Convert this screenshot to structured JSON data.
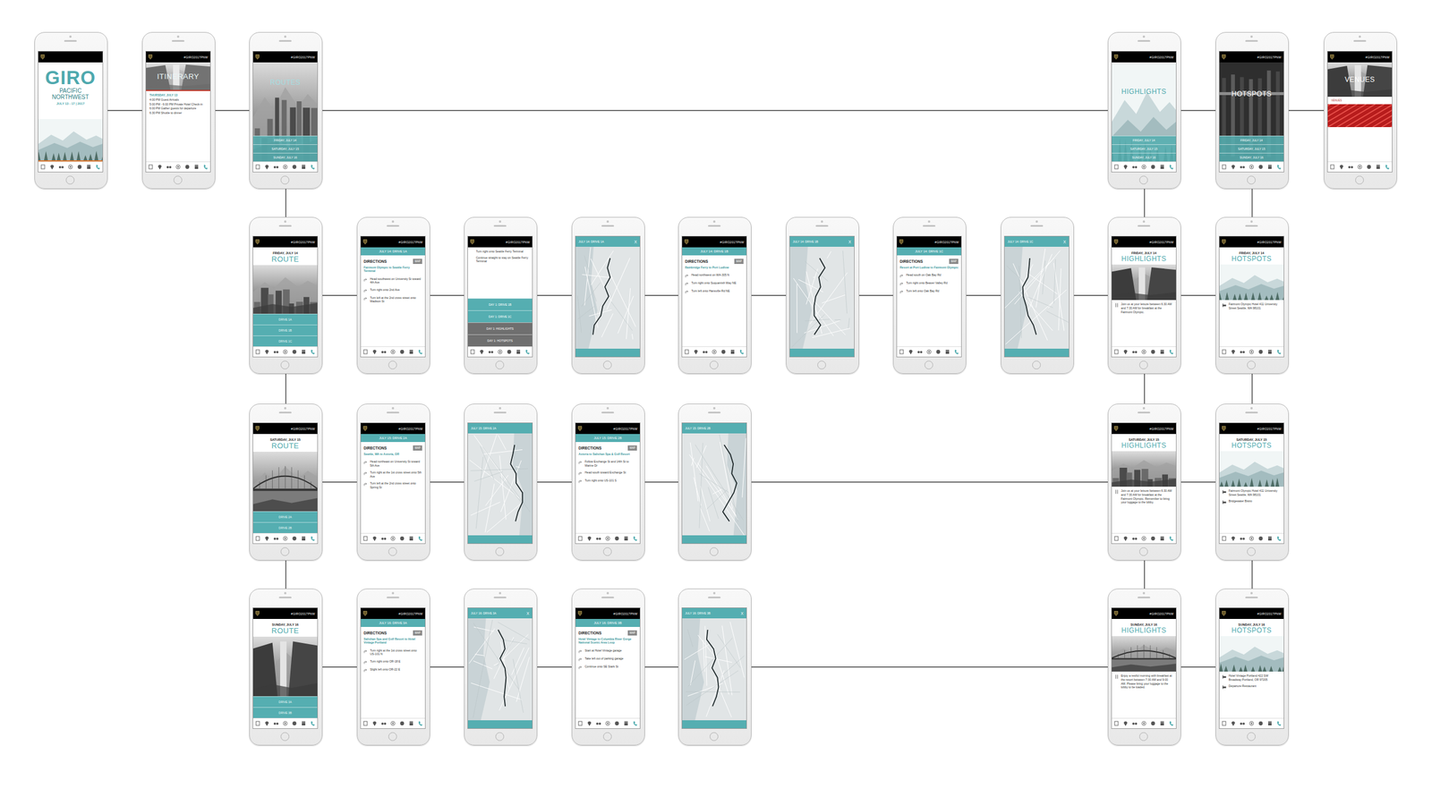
{
  "diagram": {
    "nodes": [
      {
        "text": [
          "GIRO",
          "PACIFIC NORTHWEST",
          "JULY 13 - 17 | 2017"
        ]
      },
      {
        "text": [
          "#GIRO2017PNW",
          "ITINERARY",
          "THURSDAY, JULY 13",
          "4:00 PM Guest Arrivals",
          "5:00 PM - 6:00 PM Private Hotel Check-in",
          "6:00 PM Gather guests for departure",
          "6:30 PM Shuttle to dinner"
        ]
      },
      {
        "text": [
          "#GIRO2017PNW",
          "ROUTES",
          "FRIDAY, JULY 14",
          "SATURDAY, JULY 15",
          "SUNDAY, JULY 16"
        ]
      },
      {
        "text": [
          "#GIRO2017PNW",
          "HIGHLIGHTS",
          "FRIDAY, JULY 14",
          "SATURDAY, JULY 15",
          "SUNDAY, JULY 16"
        ]
      },
      {
        "text": [
          "#GIRO2017PNW",
          "HOTSPOTS",
          "FRIDAY, JULY 14",
          "SATURDAY, JULY 15",
          "SUNDAY, JULY 16"
        ]
      },
      {
        "text": [
          "#GIRO2017PNW",
          "VENUES",
          "VENUES"
        ]
      },
      {
        "text": [
          "#GIRO2017PNW",
          "FRIDAY, JULY 14",
          "ROUTE",
          "DRIVE 1A",
          "DRIVE 1B",
          "DRIVE 1C"
        ]
      },
      {
        "text": [
          "#GIRO2017PNW",
          "JULY 14: DRIVE 1A",
          "DIRECTIONS",
          "MAP",
          "Fairmont Olympic to Seattle Ferry Terminal",
          "Head southwest on University St toward 4th Ave",
          "Turn right onto 2nd Ave",
          "Turn left at the 2nd cross street onto Madison St"
        ]
      },
      {
        "text": [
          "#GIRO2017PNW",
          "Turn right onto Seattle Ferry Terminal",
          "Continue straight to stay on Seattle Ferry Terminal",
          "DAY 1: DRIVE 1B",
          "DAY 1: DRIVE 1C",
          "DAY 1: HIGHLIGHTS",
          "DAY 1: HOTSPOTS"
        ]
      },
      {
        "text": [
          "JULY 14: DRIVE 1A",
          "X"
        ]
      },
      {
        "text": [
          "#GIRO2017PNW",
          "JULY 14: DRIVE 1B",
          "DIRECTIONS",
          "MAP",
          "Bainbridge Ferry to Port Ludlow",
          "Head northwest on WA-305 N",
          "Turn right onto Suquamish Way NE",
          "Turn left onto Hansville Rd NE"
        ]
      },
      {
        "text": [
          "JULY 14: DRIVE 1B",
          "X"
        ]
      },
      {
        "text": [
          "#GIRO2017PNW",
          "JULY 14: DRIVE 1C",
          "DIRECTIONS",
          "MAP",
          "Resort at Port Ludlow to Fairmont Olympic",
          "Head south on Oak Bay Rd",
          "Turn right onto Beaver Valley Rd",
          "Turn left onto Oak Bay Rd"
        ]
      },
      {
        "text": [
          "JULY 14: DRIVE 1C",
          "X"
        ]
      },
      {
        "text": [
          "#GIRO2017PNW",
          "FRIDAY, JULY 14",
          "HIGHLIGHTS",
          "Join us at your leisure between 6:30 AM and 7:30 AM for breakfast at the Fairmont Olympic."
        ]
      },
      {
        "text": [
          "#GIRO2017PNW",
          "FRIDAY, JULY 14",
          "HOTSPOTS",
          "Fairmont Olympic Hotel 411 University Street Seattle, WA 98101"
        ]
      },
      {
        "text": [
          "#GIRO2017PNW",
          "SATURDAY, JULY 15",
          "ROUTE",
          "DRIVE 2A",
          "DRIVE 2B"
        ]
      },
      {
        "text": [
          "#GIRO2017PNW",
          "JULY 15: DRIVE 2A",
          "DIRECTIONS",
          "MAP",
          "Seattle, WA to Astoria, OR",
          "Head northeast on University St toward 5th Ave",
          "Turn right at the 1st cross street onto 5th Ave",
          "Turn left at the 2nd cross street onto Spring St"
        ]
      },
      {
        "text": [
          "JULY 15: DRIVE 2A"
        ]
      },
      {
        "text": [
          "#GIRO2017PNW",
          "JULY 15: DRIVE 2B",
          "DIRECTIONS",
          "MAP",
          "Astoria to Salishan Spa & Golf Resort",
          "Follow Exchange St and 14th St to Marine Dr",
          "Head south toward Exchange St",
          "Turn right onto US-101 S"
        ]
      },
      {
        "text": [
          "JULY 15: DRIVE 2B"
        ]
      },
      {
        "text": [
          "#GIRO2017PNW",
          "SATURDAY, JULY 15",
          "HIGHLIGHTS",
          "Join us at your leisure between 6:30 AM and 7:30 AM for breakfast at the Fairmont Olympic. Remember to bring your luggage to the lobby."
        ]
      },
      {
        "text": [
          "#GIRO2017PNW",
          "SATURDAY, JULY 15",
          "HOTSPOTS",
          "Fairmont Olympic Hotel 411 University Street Seattle, WA 98101",
          "Bridgewater Bistro"
        ]
      },
      {
        "text": [
          "#GIRO2017PNW",
          "SUNDAY, JULY 16",
          "ROUTE",
          "DRIVE 3A",
          "DRIVE 3B"
        ]
      },
      {
        "text": [
          "#GIRO2017PNW",
          "JULY 16: DRIVE 3A",
          "DIRECTIONS",
          "MAP",
          "Salishan Spa and Golf Resort to Hotel Vintage Portland",
          "Turn right at the 1st cross street onto US-101 N",
          "Turn right onto OR-18 E",
          "Slight left onto OR-22 E"
        ]
      },
      {
        "text": [
          "JULY 16: DRIVE 3A",
          "X"
        ]
      },
      {
        "text": [
          "#GIRO2017PNW",
          "JULY 16: DRIVE 3B",
          "DIRECTIONS",
          "MAP",
          "Hotel Vintage to Columbia River Gorge National Scenic Area Loop",
          "Start at Hotel Vintage garage",
          "Take left out of parking garage",
          "Continue onto SE Stark St"
        ]
      },
      {
        "text": [
          "JULY 16: DRIVE 3B",
          "X"
        ]
      },
      {
        "text": [
          "#GIRO2017PNW",
          "SUNDAY, JULY 16",
          "HIGHLIGHTS",
          "Enjoy a restful morning with breakfast at the resort between 7:30 AM and 9:00 AM. Please bring your luggage to the lobby to be loaded."
        ]
      },
      {
        "text": [
          "#GIRO2017PNW",
          "SUNDAY, JULY 16",
          "HOTSPOTS",
          "Hotel Vintage Portland 422 SW Broadway Portland, OR 97205",
          "Departure Restaurant"
        ]
      }
    ],
    "edges": [
      {
        "from": 0,
        "to": 1,
        "arrow": "none"
      },
      {
        "from": 1,
        "to": 2,
        "arrow": "none"
      },
      {
        "from": 2,
        "to": 3,
        "arrow": "none"
      },
      {
        "from": 3,
        "to": 4,
        "arrow": "none"
      },
      {
        "from": 4,
        "to": 5,
        "arrow": "none"
      },
      {
        "from": 2,
        "to": 6,
        "arrow": "none"
      },
      {
        "from": 6,
        "to": 7,
        "arrow": "none"
      },
      {
        "from": 7,
        "to": 8,
        "arrow": "none"
      },
      {
        "from": 8,
        "to": 9,
        "arrow": "none"
      },
      {
        "from": 9,
        "to": 10,
        "arrow": "none"
      },
      {
        "from": 10,
        "to": 11,
        "arrow": "none"
      },
      {
        "from": 11,
        "to": 12,
        "arrow": "none"
      },
      {
        "from": 12,
        "to": 13,
        "arrow": "none"
      },
      {
        "from": 13,
        "to": 14,
        "arrow": "none"
      },
      {
        "from": 14,
        "to": 15,
        "arrow": "none"
      },
      {
        "from": 3,
        "to": 14,
        "arrow": "none"
      },
      {
        "from": 4,
        "to": 15,
        "arrow": "none"
      },
      {
        "from": 6,
        "to": 16,
        "arrow": "none"
      },
      {
        "from": 16,
        "to": 17,
        "arrow": "none"
      },
      {
        "from": 17,
        "to": 18,
        "arrow": "none"
      },
      {
        "from": 18,
        "to": 19,
        "arrow": "none"
      },
      {
        "from": 19,
        "to": 20,
        "arrow": "none"
      },
      {
        "from": 20,
        "to": 21,
        "arrow": "none"
      },
      {
        "from": 21,
        "to": 22,
        "arrow": "none"
      },
      {
        "from": 14,
        "to": 21,
        "arrow": "none"
      },
      {
        "from": 15,
        "to": 22,
        "arrow": "none"
      },
      {
        "from": 16,
        "to": 23,
        "arrow": "none"
      },
      {
        "from": 23,
        "to": 24,
        "arrow": "none"
      },
      {
        "from": 24,
        "to": 25,
        "arrow": "none"
      },
      {
        "from": 25,
        "to": 26,
        "arrow": "none"
      },
      {
        "from": 26,
        "to": 27,
        "arrow": "none"
      },
      {
        "from": 27,
        "to": 28,
        "arrow": "none"
      },
      {
        "from": 28,
        "to": 29,
        "arrow": "none"
      },
      {
        "from": 21,
        "to": 28,
        "arrow": "none"
      },
      {
        "from": 22,
        "to": 29,
        "arrow": "none"
      }
    ]
  }
}
